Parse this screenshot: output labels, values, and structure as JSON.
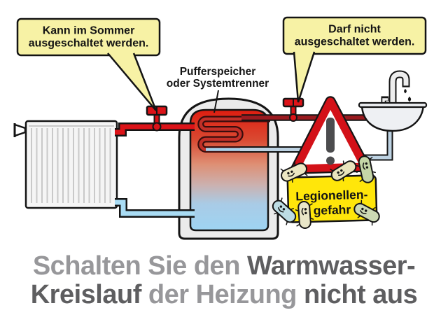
{
  "bubbles": {
    "left": {
      "line1": "Kann im Sommer",
      "line2": "ausgeschaltet werden."
    },
    "right": {
      "line1": "Darf nicht",
      "line2": "ausgeschaltet werden."
    }
  },
  "tank_label": {
    "line1": "Pufferspeicher",
    "line2": "oder Systemtrenner"
  },
  "warning_sign": {
    "line1": "Legionellen-",
    "line2": "gefahr"
  },
  "headline": {
    "line1_seg1": "Schalten Sie den ",
    "line1_seg2": "Warmwasser-",
    "line2_seg1": "Kreislauf",
    "line2_seg2": " der Heizung ",
    "line2_seg3": "nicht aus"
  },
  "colors": {
    "pipe_hot_red": "#dc1318",
    "pipe_return_blue": "#a9dcf4",
    "pipe_dhw_dark_red": "#9a1a1f",
    "pipe_cold_gray_blue": "#bdd2e2",
    "warning_red": "#d31118",
    "sign_yellow": "#ffe60a",
    "bubble_yellow": "#f7f2a5",
    "headline_light_gray": "#97979a",
    "headline_dark_gray": "#5e5e60"
  },
  "icons": {
    "radiator": "radiator-icon",
    "tank": "buffer-tank-icon",
    "coil": "heat-exchanger-coil-icon",
    "valve": "valve-icon",
    "sink": "sink-icon",
    "warning": "warning-triangle-icon",
    "bacterium": "bacterium-icon"
  }
}
